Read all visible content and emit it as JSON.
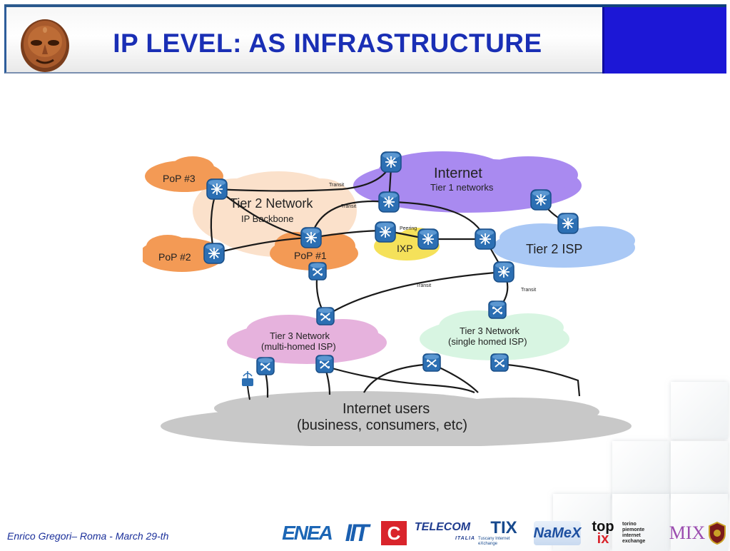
{
  "slide": {
    "title": "IP LEVEL: AS INFRASTRUCTURE",
    "footer_credit": "Enrico Gregori– Roma - March 29-th"
  },
  "diagram": {
    "clouds": {
      "internet": "Internet",
      "tier1": "Tier 1 networks",
      "tier2_network": "Tier 2 Network",
      "ip_backbone": "IP Backbone",
      "pop3": "PoP #3",
      "pop2": "PoP #2",
      "pop1": "PoP #1",
      "ixp": "IXP",
      "tier2_isp": "Tier 2 ISP",
      "tier3_multi": "Tier 3 Network",
      "tier3_multi_sub": "(multi-homed ISP)",
      "tier3_single": "Tier 3 Network",
      "tier3_single_sub": "(single homed ISP)",
      "internet_users": "Internet users",
      "internet_users_sub": "(business, consumers, etc)"
    },
    "link_labels": {
      "transit_1": "Transit",
      "transit_2": "Transit",
      "peering": "Peering",
      "transit_3": "Transit",
      "transit_4": "Transit"
    },
    "colors": {
      "pop": "#f39a55",
      "tier2_bg": "#fbe1cb",
      "internet": "#a98af0",
      "ixp": "#f5e15a",
      "tier2_isp": "#a9c8f5",
      "tier3_multi": "#e6b2dd",
      "tier3_single": "#d8f5e2",
      "users": "#c8c8c8",
      "device": "#2c6fb3"
    }
  },
  "logos": {
    "enea": "ENEA",
    "iit": "IIT",
    "cnr": "C",
    "telecom": "TELECOM",
    "telecom_sub": "ITALIA",
    "tix": "TIX",
    "tix_sub": "Tuscany Internet eXchange",
    "namex": "NaMeX",
    "topix_top": "top",
    "topix_bottom": "ix",
    "torino_lines": [
      "torino",
      "piemonte",
      "internet",
      "exchange"
    ],
    "mix": "MIX"
  }
}
